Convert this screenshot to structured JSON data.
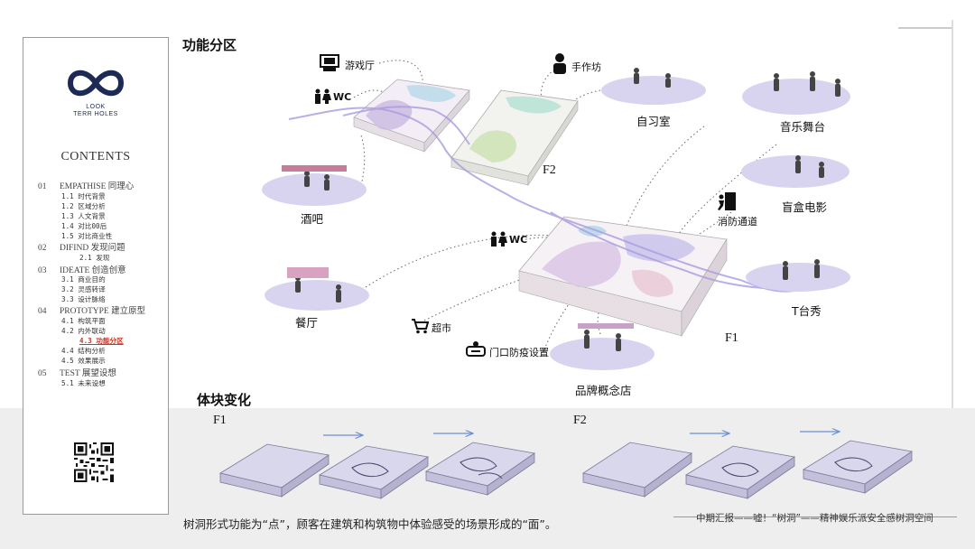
{
  "logo": {
    "line1": "LOOK",
    "line2": "TERR HOLES"
  },
  "contents": {
    "title": "CONTENTS",
    "sections": [
      {
        "num": "01",
        "label": "EMPATHISE  同理心"
      },
      {
        "num": "02",
        "label": "DIFIND  发现问题"
      },
      {
        "num": "03",
        "label": "IDEATE  创造创意"
      },
      {
        "num": "04",
        "label": "PROTOTYPE  建立原型"
      },
      {
        "num": "05",
        "label": "TEST  展望设想"
      }
    ],
    "items": [
      "1.1  时代背景",
      "1.2  区域分析",
      "1.3  人文背景",
      "1.4  对比00后",
      "1.5  对比商业性",
      "2.1  发现",
      "3.1  商业目的",
      "3.2  灵感转译",
      "3.3  设计脉络",
      "4.1  构筑平面",
      "4.2  内外联动",
      "4.3  功能分区",
      "4.4  结构分析",
      "4.5  效果展示",
      "5.1  未来设想"
    ]
  },
  "titles": {
    "zoning": "功能分区",
    "volume": "体块变化"
  },
  "labels": {
    "game_hall": "游戏厅",
    "wc_top": "WC",
    "workshop": "手作坊",
    "study_room": "自习室",
    "music_stage": "音乐舞台",
    "bar": "酒吧",
    "blind_box_movie": "盲盒电影",
    "fire_exit": "消防通道",
    "wc_mid": "WC",
    "restaurant": "餐厅",
    "t_stage": "T台秀",
    "supermarket": "超市",
    "entrance_epidemic": "门口防疫设置",
    "brand_store": "品牌概念店"
  },
  "floors": {
    "f2_diagram": "F2",
    "f1_diagram": "F1",
    "f1_volume": "F1",
    "f2_volume": "F2"
  },
  "caption": "树洞形式功能为“点”，顾客在建筑和构筑物中体验感受的场景形成的“面”。",
  "footer": "中期汇报——嘘！“树洞”——精神娱乐派安全感树洞空间",
  "colors": {
    "bubble": "#d8d4f0",
    "path": "#a99be0",
    "active_toc": "#c0392b",
    "navy": "#1d2a55"
  }
}
